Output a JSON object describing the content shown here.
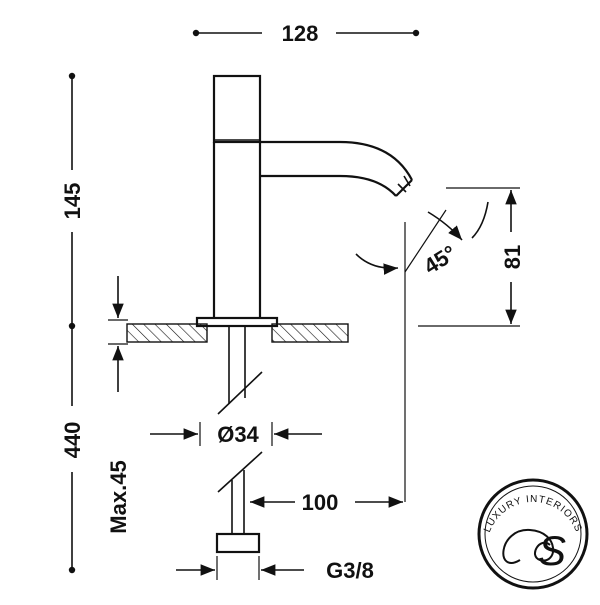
{
  "dimensions": {
    "width_top": "128",
    "height_total_top": "145",
    "height_bottom": "440",
    "angle": "45°",
    "spout_height": "81",
    "hole_diameter": "Ø34",
    "max_deck": "Max.45",
    "reach": "100",
    "thread": "G3/8"
  },
  "logo": {
    "text": "LUXURY INTERIORS",
    "monogram": "S"
  }
}
